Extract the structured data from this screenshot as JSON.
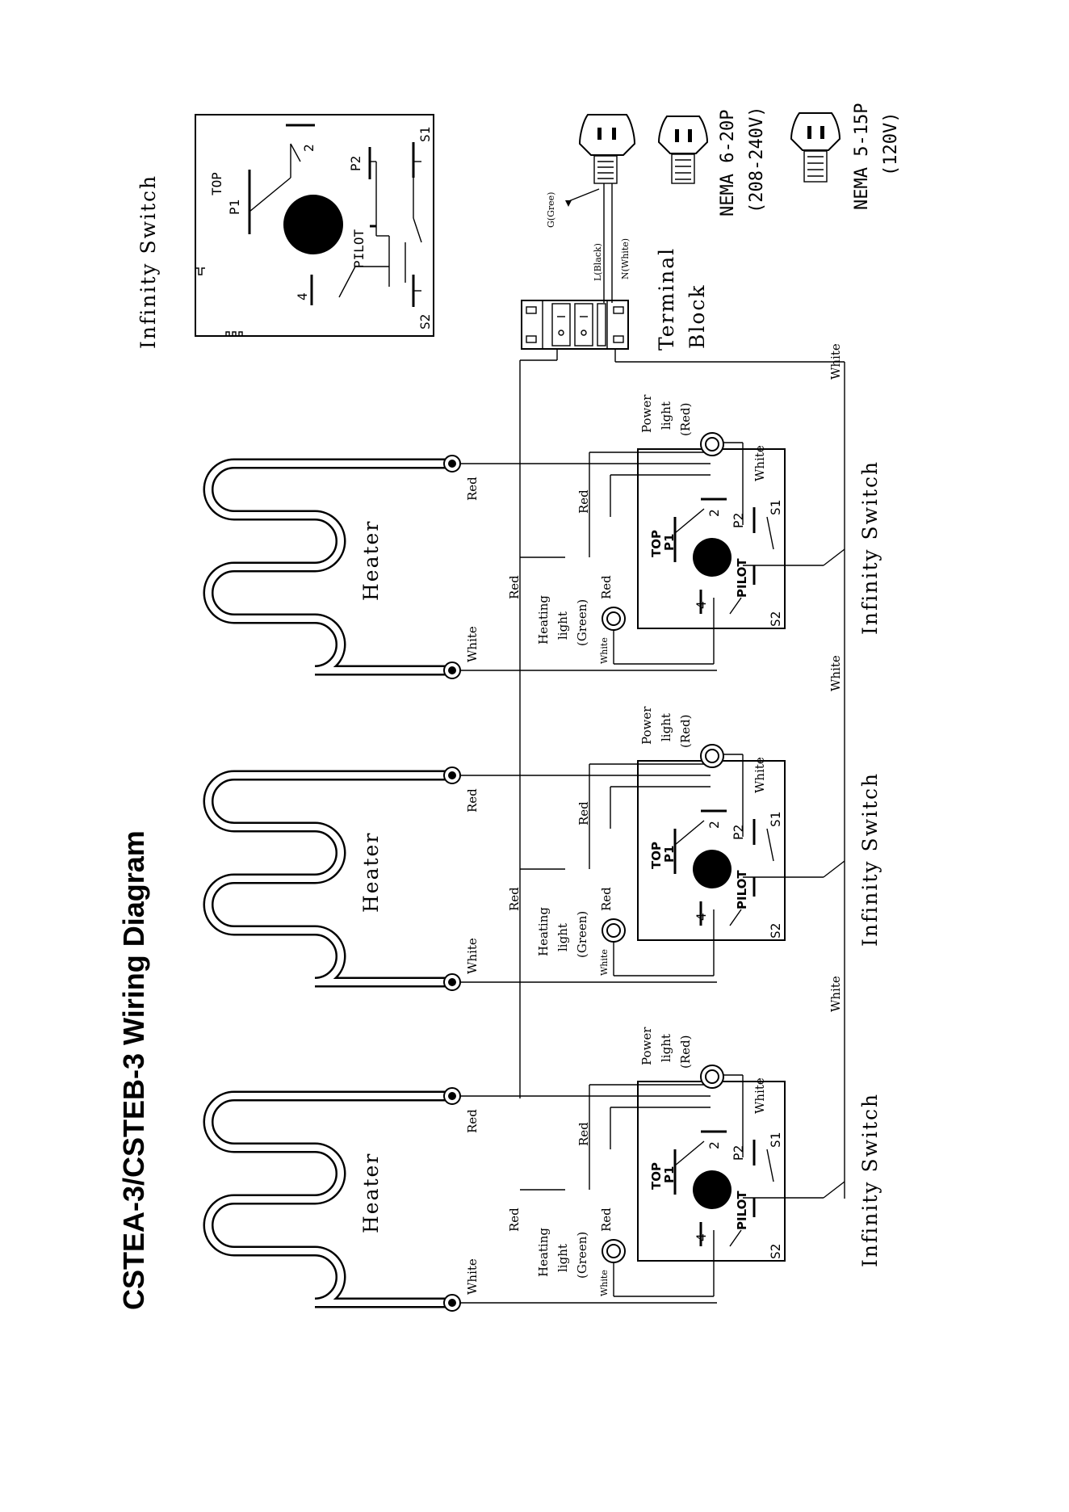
{
  "title": "CSTEA-3/CSTEB-3 Wiring Diagram",
  "detail": {
    "caption": "Infinity Switch",
    "top": "TOP",
    "p1": "P1",
    "p2": "P2",
    "n2": "2",
    "n4": "4",
    "pilot": "PILOT",
    "s1": "S1",
    "s2": "S2"
  },
  "supply": {
    "ground": "G(Gree)",
    "line": "L(Black)",
    "neutral": "N(White)",
    "terminal_block": [
      "Terminal",
      "Block"
    ],
    "plug_6_20": [
      "NEMA 6-20P",
      "(208-240V)"
    ],
    "plug_5_15": [
      "NEMA 5-15P",
      "(120V)"
    ]
  },
  "units": [
    {
      "heater": "Heater",
      "switch_caption": "Infinity Switch",
      "power_light": [
        "Power",
        "light",
        "(Red)"
      ],
      "heating_light": [
        "Heating",
        "light",
        "(Green)"
      ],
      "wire_labels": {
        "heater_top": "Red",
        "heater_bottom": "White",
        "bus_top": "Red",
        "sw_red": "Red",
        "hl_red": "Red",
        "pl_white": "White",
        "hl_white": "White",
        "neutral": "White"
      }
    },
    {
      "heater": "Heater",
      "switch_caption": "Infinity Switch",
      "power_light": [
        "Power",
        "light",
        "(Red)"
      ],
      "heating_light": [
        "Heating",
        "light",
        "(Green)"
      ],
      "wire_labels": {
        "heater_top": "Red",
        "heater_bottom": "White",
        "bus_top": "Red",
        "sw_red": "Red",
        "hl_red": "Red",
        "pl_white": "White",
        "hl_white": "White",
        "neutral": "White"
      }
    },
    {
      "heater": "Heater",
      "switch_caption": "Infinity Switch",
      "power_light": [
        "Power",
        "light",
        "(Red)"
      ],
      "heating_light": [
        "Heating",
        "light",
        "(Green)"
      ],
      "wire_labels": {
        "heater_top": "Red",
        "heater_bottom": "White",
        "bus_top": "Red",
        "sw_red": "Red",
        "hl_red": "Red",
        "pl_white": "White",
        "hl_white": "White",
        "neutral": "White"
      }
    }
  ],
  "switch_pins": {
    "top": "TOP",
    "p1": "P1",
    "p2": "P2",
    "n2": "2",
    "n4": "4",
    "pilot": "PILOT",
    "s1": "S1",
    "s2": "S2"
  }
}
